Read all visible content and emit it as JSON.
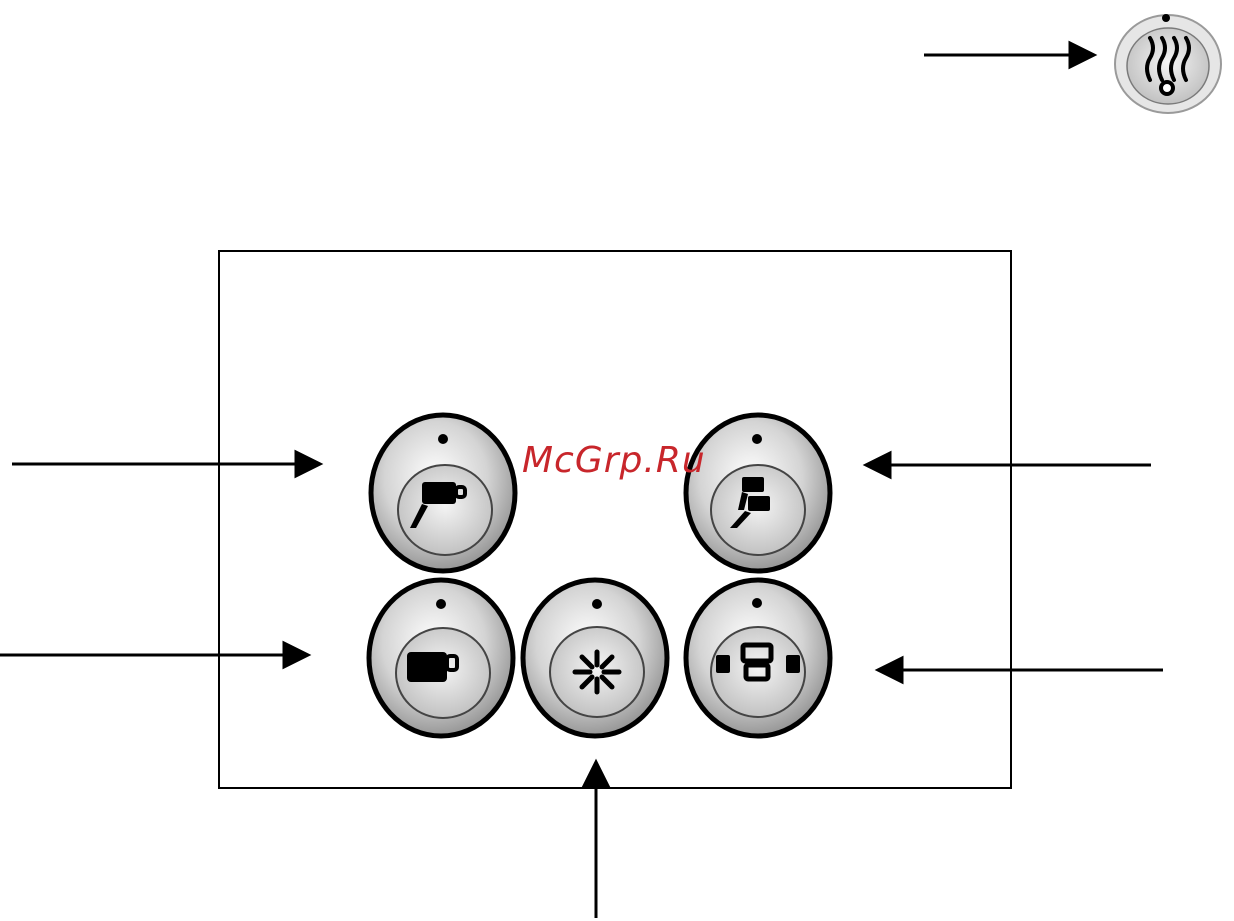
{
  "watermark": {
    "text": "McGrp.Ru",
    "color": "#c8262b"
  },
  "colors": {
    "line": "#000000",
    "button_face": "#d9d9d9",
    "button_rim": "#ffffff",
    "indicator": "#000000"
  },
  "buttons": [
    {
      "id": "steam",
      "icon": "steam-wand-icon"
    },
    {
      "id": "single-cup",
      "icon": "single-cup-icon"
    },
    {
      "id": "double-cup",
      "icon": "double-cup-icon"
    },
    {
      "id": "large-cup",
      "icon": "large-cup-icon"
    },
    {
      "id": "start-stop",
      "icon": "start-stop-icon"
    },
    {
      "id": "double-espresso",
      "icon": "two-cups-icon"
    }
  ]
}
